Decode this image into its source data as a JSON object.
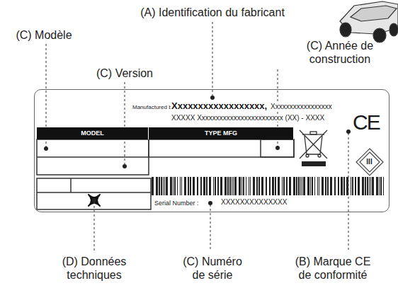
{
  "diagram": {
    "nodes": [
      {
        "text": [
          "Manufactured by",
          "Xxxxxxxxxxxxxxxxxx,",
          "Xxxxxxxxxxxxxxxxx",
          "XXXXX Xxxxxxxxxxxxxxxxxxxxxxxx (XX) - XXXX",
          "CE",
          "Serial Number :",
          "XXXXXXXXXXXXXX"
        ]
      },
      {
        "text": [
          "MODEL"
        ],
        "in": 0
      },
      {
        "text": [
          "TYPE MFG"
        ],
        "in": 0
      },
      {
        "text": [
          "III"
        ],
        "in": 0
      }
    ],
    "labels": [
      "(A) Identification du fabricant",
      "(C) Modèle",
      "(C) Version",
      "(C) Année de construction",
      "(D) Données techniques",
      "(C) Numéro de série",
      "(B) Marque CE de conformité"
    ]
  }
}
